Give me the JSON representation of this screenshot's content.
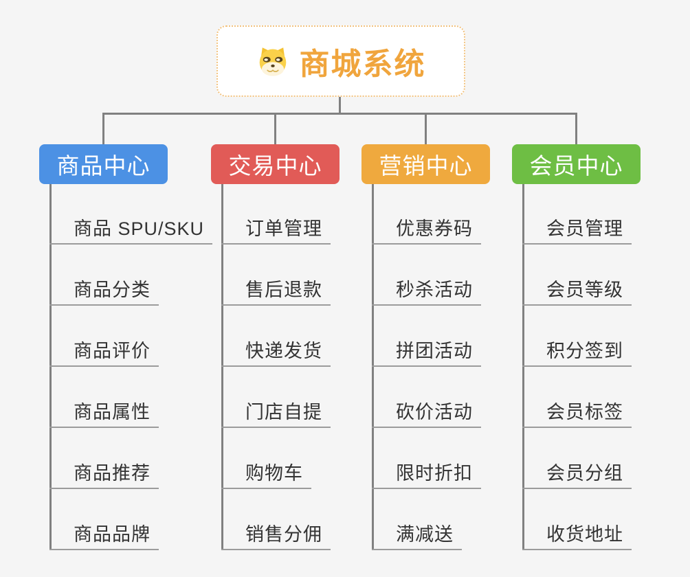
{
  "root": {
    "label": "商城系统",
    "icon": "doge-face-icon"
  },
  "colors": {
    "background": "#f5f5f5",
    "connector_line": "#808080",
    "leaf_underline": "#9b9b9b",
    "leaf_text": "#333333",
    "root_text": "#f0a53d",
    "root_border": "#f2c27e",
    "branch_text": "#ffffff"
  },
  "branches": [
    {
      "id": "product-center",
      "label": "商品中心",
      "color": "#4c91e4",
      "children": [
        "商品 SPU/SKU",
        "商品分类",
        "商品评价",
        "商品属性",
        "商品推荐",
        "商品品牌"
      ]
    },
    {
      "id": "trade-center",
      "label": "交易中心",
      "color": "#e15b57",
      "children": [
        "订单管理",
        "售后退款",
        "快递发货",
        "门店自提",
        "购物车",
        "销售分佣"
      ]
    },
    {
      "id": "marketing-center",
      "label": "营销中心",
      "color": "#efa93e",
      "children": [
        "优惠券码",
        "秒杀活动",
        "拼团活动",
        "砍价活动",
        "限时折扣",
        "满减送"
      ]
    },
    {
      "id": "member-center",
      "label": "会员中心",
      "color": "#6ebe44",
      "children": [
        "会员管理",
        "会员等级",
        "积分签到",
        "会员标签",
        "会员分组",
        "收货地址"
      ]
    }
  ]
}
